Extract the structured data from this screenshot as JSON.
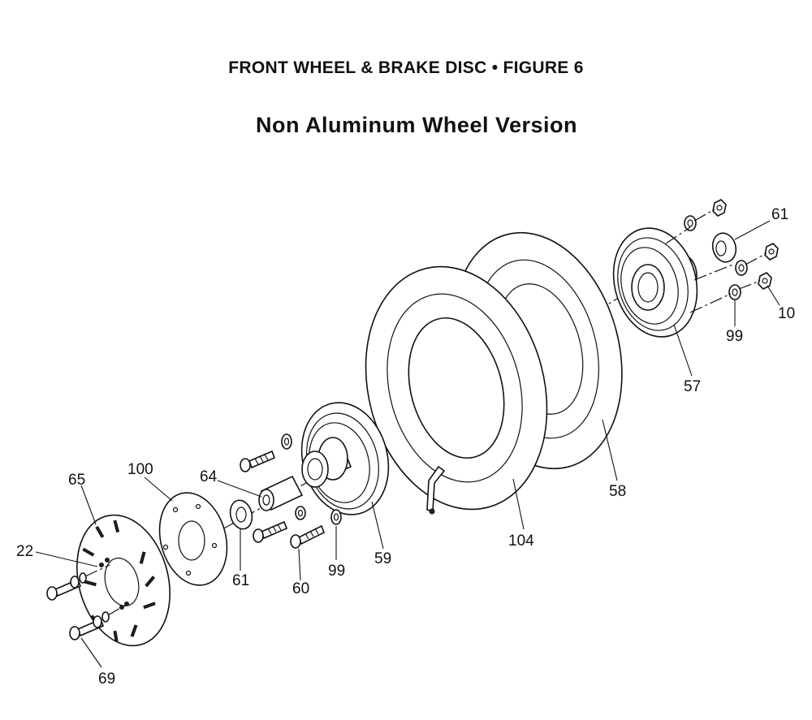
{
  "header": {
    "title": "FRONT WHEEL & BRAKE DISC  •  FIGURE 6",
    "subtitle": "Non Aluminum Wheel Version"
  },
  "callouts": {
    "c61_top": "61",
    "c10": "10",
    "c99_right": "99",
    "c57": "57",
    "c58": "58",
    "c104": "104",
    "c59": "59",
    "c99_mid": "99",
    "c60": "60",
    "c61_left": "61",
    "c64": "64",
    "c100": "100",
    "c65": "65",
    "c22": "22",
    "c69": "69"
  }
}
